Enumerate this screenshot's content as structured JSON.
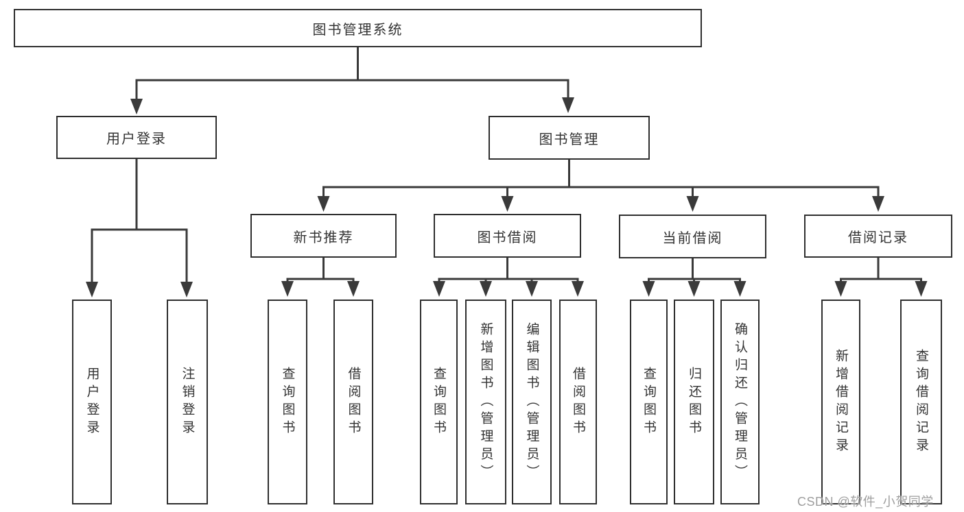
{
  "tree": {
    "label": "图书管理系统",
    "children": [
      {
        "label": "用户登录",
        "children": [
          {
            "label": "用户登录"
          },
          {
            "label": "注销登录"
          }
        ]
      },
      {
        "label": "图书管理",
        "children": [
          {
            "label": "新书推荐",
            "children": [
              {
                "label": "查询图书"
              },
              {
                "label": "借阅图书"
              }
            ]
          },
          {
            "label": "图书借阅",
            "children": [
              {
                "label": "查询图书"
              },
              {
                "label": "新增图书（管理员）"
              },
              {
                "label": "编辑图书（管理员）"
              },
              {
                "label": "借阅图书"
              }
            ]
          },
          {
            "label": "当前借阅",
            "children": [
              {
                "label": "查询图书"
              },
              {
                "label": "归还图书"
              },
              {
                "label": "确认归还（管理员）"
              }
            ]
          },
          {
            "label": "借阅记录",
            "children": [
              {
                "label": "新增借阅记录"
              },
              {
                "label": "查询借阅记录"
              }
            ]
          }
        ]
      }
    ]
  },
  "watermark": {
    "text": "CSDN @软件_小贺同学"
  },
  "colors": {
    "line": "#3a3a3a",
    "box_border": "#2e2e2e",
    "text": "#333333",
    "watermark": "#9d9d9d",
    "background": "#ffffff"
  }
}
